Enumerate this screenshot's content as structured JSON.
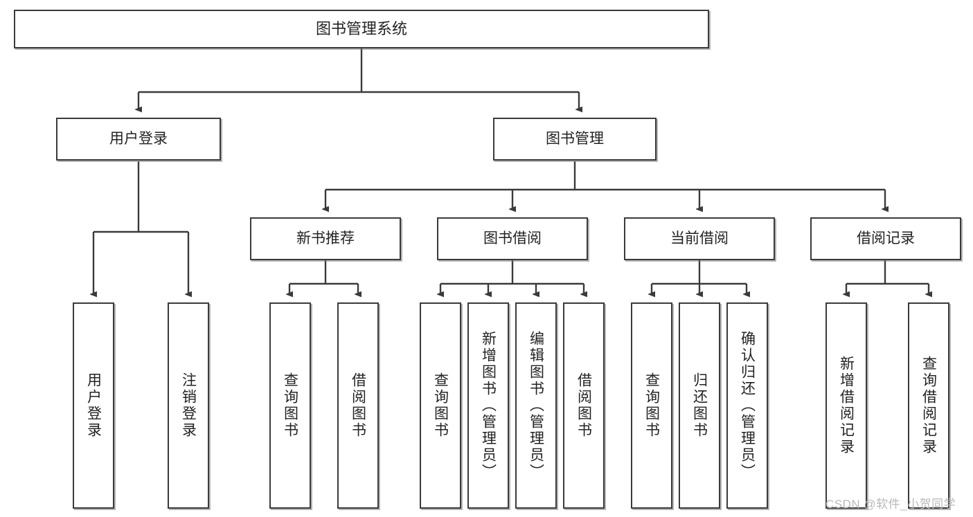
{
  "diagram": {
    "title": "图书管理系统",
    "type": "hierarchy-tree",
    "root": {
      "label": "图书管理系统"
    },
    "level2": [
      {
        "label": "用户登录"
      },
      {
        "label": "图书管理"
      }
    ],
    "level3": [
      {
        "label": "新书推荐",
        "parent": "图书管理"
      },
      {
        "label": "图书借阅",
        "parent": "图书管理"
      },
      {
        "label": "当前借阅",
        "parent": "图书管理"
      },
      {
        "label": "借阅记录",
        "parent": "图书管理"
      }
    ],
    "leaves": {
      "user_login": [
        {
          "label": "用户登录"
        },
        {
          "label": "注销登录"
        }
      ],
      "new_book_recommend": [
        {
          "label": "查询图书"
        },
        {
          "label": "借阅图书"
        }
      ],
      "book_borrow": [
        {
          "label": "查询图书"
        },
        {
          "label": "新增图书（管理员）"
        },
        {
          "label": "编辑图书（管理员）"
        },
        {
          "label": "借阅图书"
        }
      ],
      "current_borrow": [
        {
          "label": "查询图书"
        },
        {
          "label": "归还图书"
        },
        {
          "label": "确认归还（管理员）"
        }
      ],
      "borrow_record": [
        {
          "label": "新增借阅记录"
        },
        {
          "label": "查询借阅记录"
        }
      ]
    }
  },
  "watermark": {
    "text": "CSDN @软件_小贺同学"
  },
  "colors": {
    "stroke": "#3a3a3a",
    "box_fill": "#ffffff",
    "text": "#222222",
    "watermark": "#b8b8b8"
  }
}
